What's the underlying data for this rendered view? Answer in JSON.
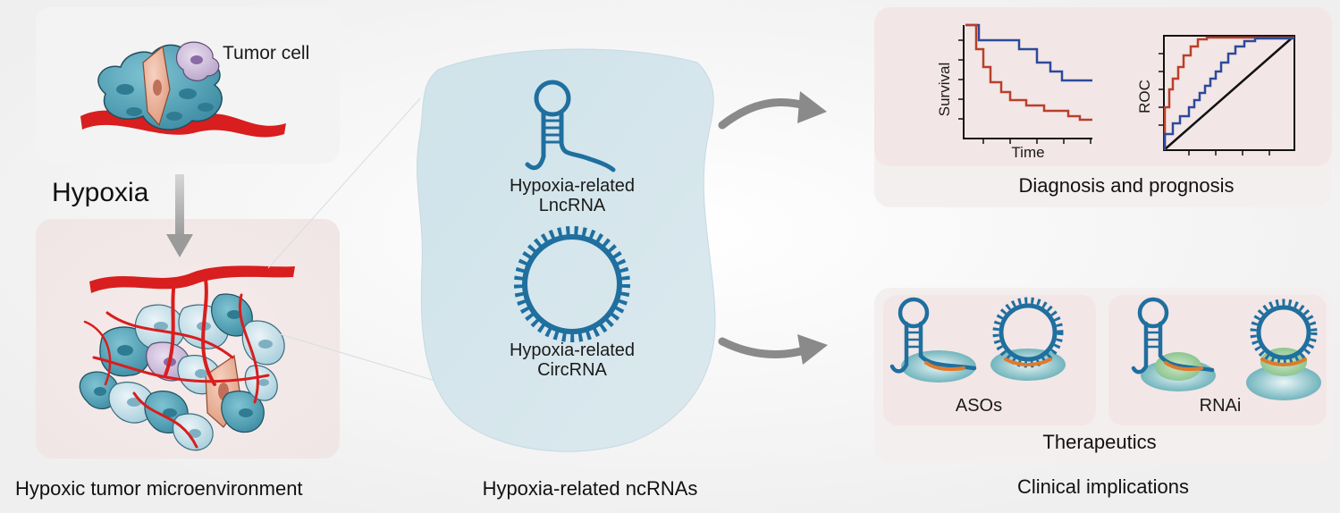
{
  "left": {
    "tumor_cell_label": "Tumor cell",
    "hypoxia_label": "Hypoxia",
    "caption": "Hypoxic tumor microenvironment"
  },
  "middle": {
    "lncrna_label_line1": "Hypoxia-related",
    "lncrna_label_line2": "LncRNA",
    "circrna_label_line1": "Hypoxia-related",
    "circrna_label_line2": "CircRNA",
    "caption": "Hypoxia-related ncRNAs"
  },
  "right": {
    "survival_ylabel": "Survival",
    "survival_xlabel": "Time",
    "roc_ylabel": "ROC",
    "diagnosis_caption": "Diagnosis and prognosis",
    "asos_label": "ASOs",
    "rnai_label": "RNAi",
    "therapeutics_caption": "Therapeutics",
    "caption": "Clinical implications"
  },
  "colors": {
    "rna_blue": "#1f6f9f",
    "vessel_red": "#d81e1e",
    "cell_teal": "#4a9bb0",
    "km_blue": "#2c4a9a",
    "km_red": "#b8402a",
    "arrow_gray": "#8a8a8a"
  }
}
